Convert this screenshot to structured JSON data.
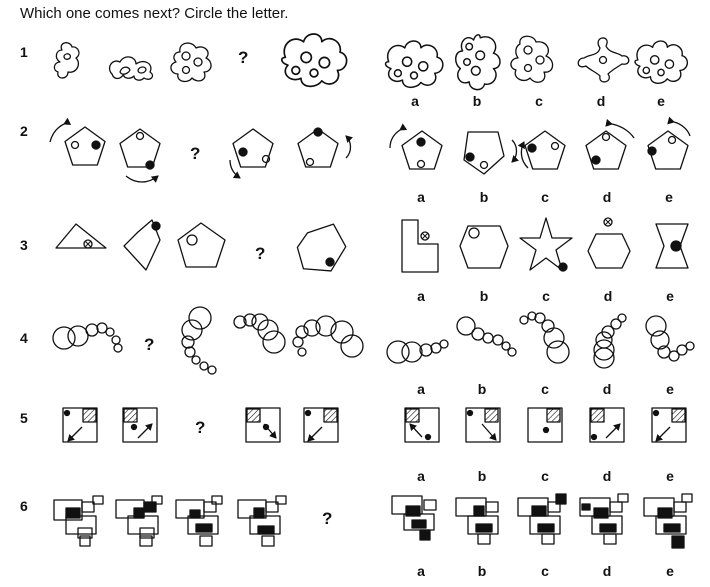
{
  "instruction": "Which one comes next? Circle the letter.",
  "question_mark": "?",
  "rows": [
    {
      "number": "1",
      "options": [
        "a",
        "b",
        "c",
        "d",
        "e"
      ]
    },
    {
      "number": "2",
      "options": [
        "a",
        "b",
        "c",
        "d",
        "e"
      ]
    },
    {
      "number": "3",
      "options": [
        "a",
        "b",
        "c",
        "d",
        "e"
      ]
    },
    {
      "number": "4",
      "options": [
        "a",
        "b",
        "c",
        "d",
        "e"
      ]
    },
    {
      "number": "5",
      "options": [
        "a",
        "b",
        "c",
        "d",
        "e"
      ]
    },
    {
      "number": "6",
      "options": [
        "a",
        "b",
        "c",
        "d",
        "e"
      ]
    }
  ]
}
